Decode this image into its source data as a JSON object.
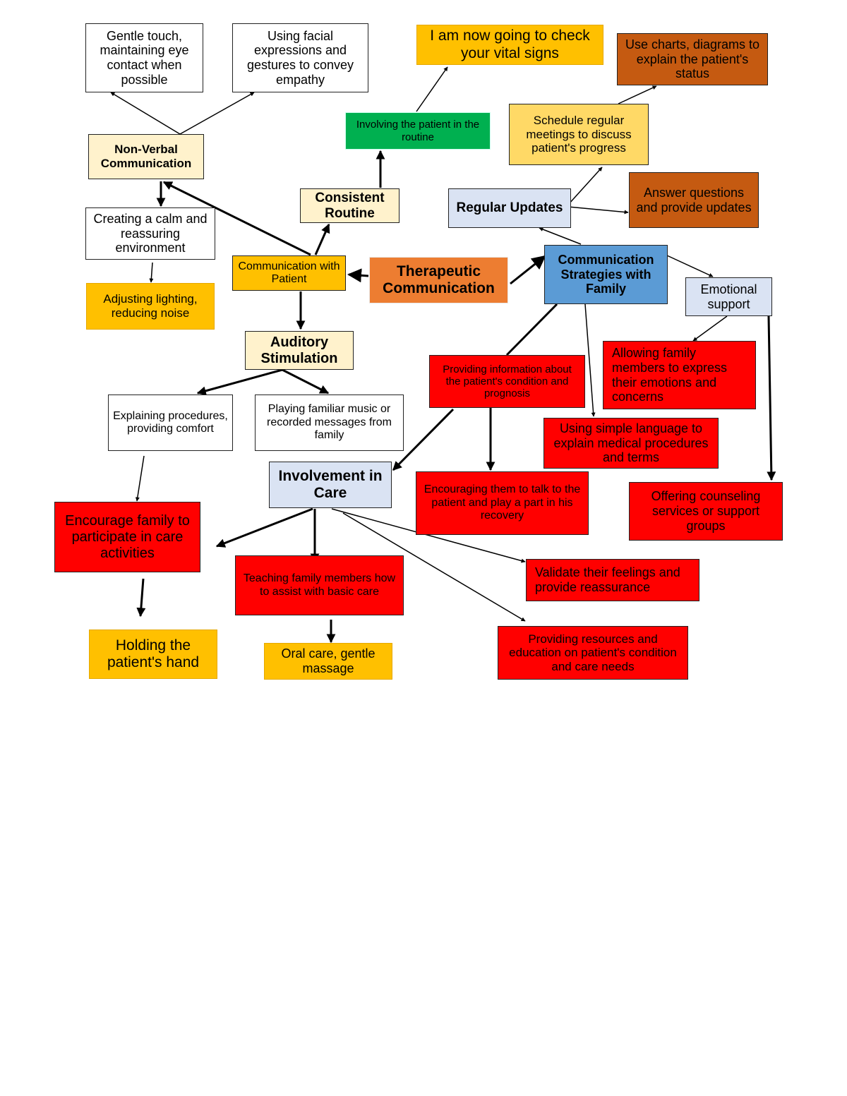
{
  "colors": {
    "white": "#ffffff",
    "cream": "#fff2cc",
    "gold": "#ffc000",
    "yellow": "#ffd966",
    "orange": "#ed7d31",
    "brown": "#c55a11",
    "blue": "#5b9bd5",
    "light_blue": "#dae3f3",
    "green": "#00b050",
    "red": "#ff0000",
    "arrow": "#000000"
  },
  "nodes": {
    "gentle_touch": "Gentle touch, maintaining eye contact when possible",
    "facial_expressions": "Using facial expressions and gestures to convey empathy",
    "vital_signs": "I am now going to check your vital signs",
    "use_charts": "Use charts, diagrams to explain the patient's status",
    "involving_patient": "Involving the patient in the routine",
    "schedule_meetings": "Schedule regular meetings to discuss patient's progress",
    "non_verbal": "Non-Verbal Communication",
    "consistent_routine": "Consistent Routine",
    "regular_updates": "Regular Updates",
    "answer_questions": "Answer questions and provide updates",
    "calm_environment": "Creating a calm and reassuring environment",
    "communication_patient": "Communication with Patient",
    "therapeutic": "Therapeutic Communication",
    "strategies_family": "Communication Strategies with Family",
    "emotional_support": "Emotional support",
    "adjusting_lighting": "Adjusting lighting, reducing noise",
    "auditory": "Auditory Stimulation",
    "providing_info": "Providing information about the patient's condition and prognosis",
    "allowing_family": "Allowing family members to express their emotions and concerns",
    "explaining_procedures": "Explaining procedures, providing comfort",
    "familiar_music": "Playing familiar music or recorded messages from family",
    "simple_language": "Using simple language to explain medical procedures and terms",
    "involvement_care": "Involvement in Care",
    "encouraging_talk": "Encouraging them to talk to the patient and play a part in his recovery",
    "counseling": "Offering counseling services or support groups",
    "encourage_family": "Encourage family to participate in care activities",
    "teaching_family": "Teaching family members how to assist with basic care",
    "validate_feelings": "Validate their feelings and provide reassurance",
    "providing_resources": "Providing resources and education on patient's condition and care needs",
    "holding_hand": "Holding the patient's hand",
    "oral_care": "Oral care, gentle massage"
  }
}
